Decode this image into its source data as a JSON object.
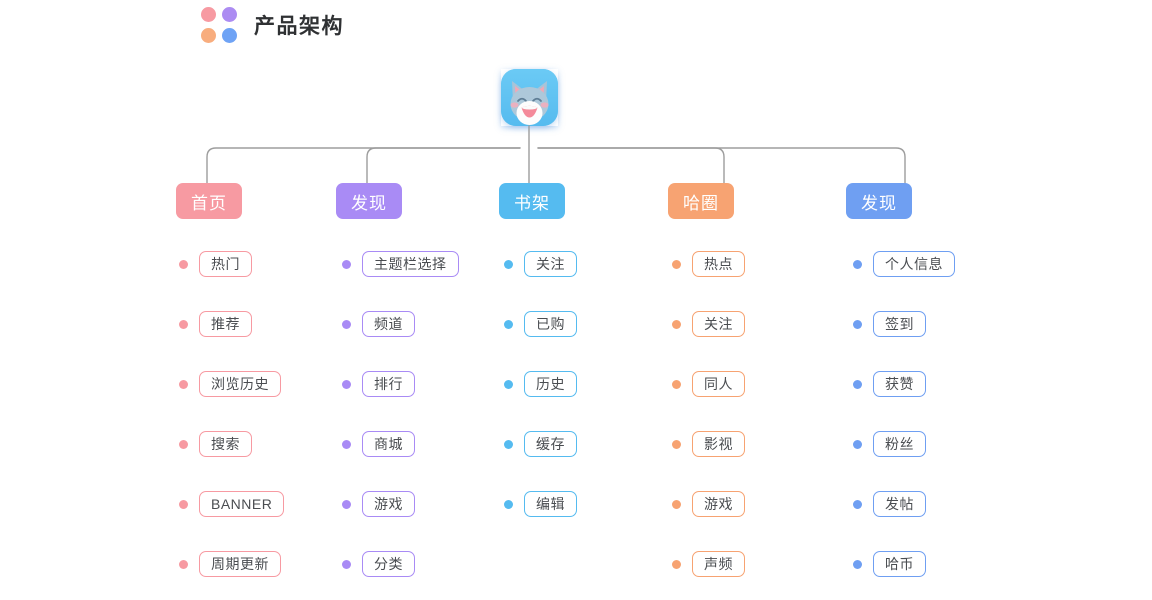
{
  "header": {
    "title": "产品架构",
    "logo_dots": [
      {
        "name": "dot-pink",
        "color": "#f79aa2"
      },
      {
        "name": "dot-purple",
        "color": "#ac8cf2"
      },
      {
        "name": "dot-orange",
        "color": "#f8ad7e"
      },
      {
        "name": "dot-blue",
        "color": "#6fa3f5"
      }
    ]
  },
  "root": {
    "icon": "app-cat-icon",
    "icon_bg": "#63c3f0"
  },
  "connector": {
    "color": "#9a9a9a"
  },
  "columns": [
    {
      "id": "home",
      "label": "首页",
      "head_bg": "#f79aa2",
      "accent": "#f79aa2",
      "dot": "#f79aa2",
      "text": "#4a4d51",
      "items": [
        {
          "label": "热门"
        },
        {
          "label": "推荐"
        },
        {
          "label": "浏览历史"
        },
        {
          "label": "搜索"
        },
        {
          "label": "BANNER"
        },
        {
          "label": "周期更新"
        }
      ]
    },
    {
      "id": "discover",
      "label": "发现",
      "head_bg": "#a98bf5",
      "accent": "#a98bf5",
      "dot": "#a98bf5",
      "text": "#4a4d51",
      "items": [
        {
          "label": "主题栏选择"
        },
        {
          "label": "频道"
        },
        {
          "label": "排行"
        },
        {
          "label": "商城"
        },
        {
          "label": "游戏"
        },
        {
          "label": "分类"
        }
      ]
    },
    {
      "id": "bookshelf",
      "label": "书架",
      "head_bg": "#55bbf0",
      "accent": "#55bbf0",
      "dot": "#55bbf0",
      "text": "#4a4d51",
      "items": [
        {
          "label": "关注"
        },
        {
          "label": "已购"
        },
        {
          "label": "历史"
        },
        {
          "label": "缓存"
        },
        {
          "label": "编辑"
        }
      ]
    },
    {
      "id": "haquan",
      "label": "哈圈",
      "head_bg": "#f7a372",
      "accent": "#f7a372",
      "dot": "#f7a372",
      "text": "#4a4d51",
      "items": [
        {
          "label": "热点"
        },
        {
          "label": "关注"
        },
        {
          "label": "同人"
        },
        {
          "label": "影视"
        },
        {
          "label": "游戏"
        },
        {
          "label": "声频"
        }
      ]
    },
    {
      "id": "profile",
      "label": "发现",
      "head_bg": "#6f9ff2",
      "accent": "#6f9ff2",
      "dot": "#6f9ff2",
      "text": "#4a4d51",
      "items": [
        {
          "label": "个人信息"
        },
        {
          "label": "签到"
        },
        {
          "label": "获赞"
        },
        {
          "label": "粉丝"
        },
        {
          "label": "发帖"
        },
        {
          "label": "哈币"
        }
      ]
    }
  ]
}
